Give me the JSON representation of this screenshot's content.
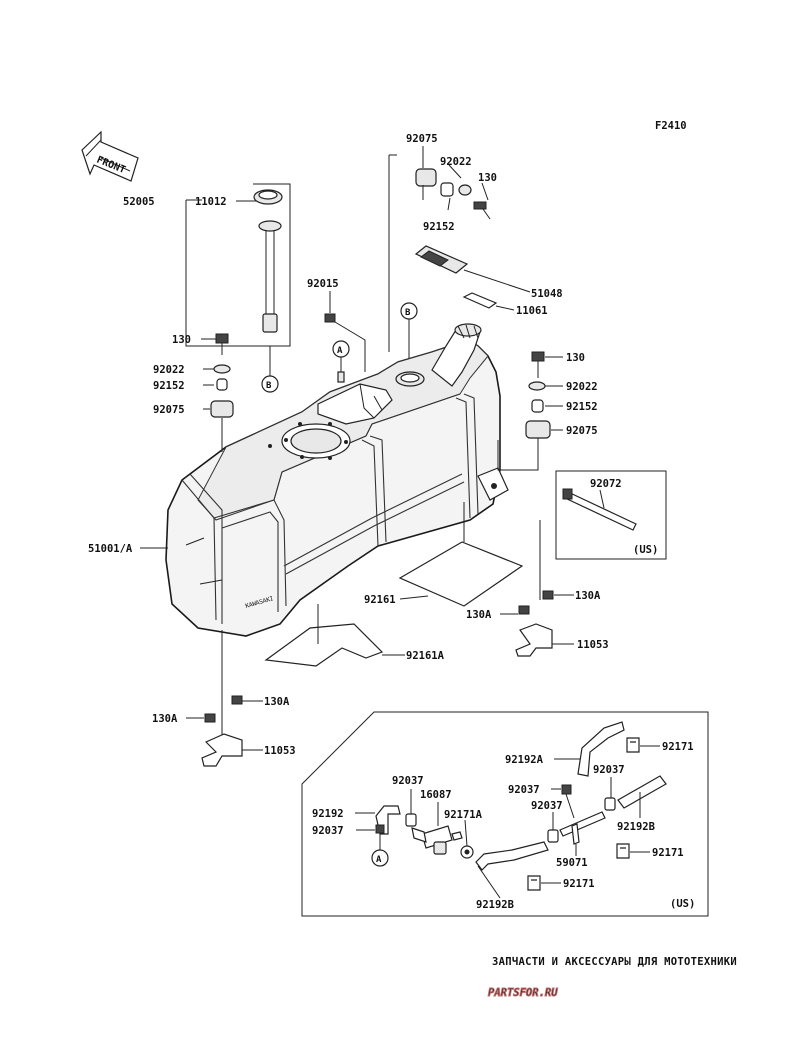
{
  "diagram": {
    "code": "F2410",
    "front_label": "FRONT",
    "parts": {
      "p52005": "52005",
      "p11012": "11012",
      "p92015": "92015",
      "p130_left": "130",
      "p92022_left": "92022",
      "p92152_left": "92152",
      "p92075_left": "92075",
      "p92075_top": "92075",
      "p92022_top": "92022",
      "p130_top": "130",
      "p92152_top": "92152",
      "p51048": "51048",
      "p11061": "11061",
      "p130_right": "130",
      "p92022_right": "92022",
      "p92152_right": "92152",
      "p92075_right": "92075",
      "p92072": "92072",
      "p51001A": "51001/A",
      "p92161": "92161",
      "p130A_r1": "130A",
      "p130A_r2": "130A",
      "p11053_right": "11053",
      "p92161A": "92161A",
      "p130A_l1": "130A",
      "p130A_l2": "130A",
      "p11053_left": "11053",
      "p92192A": "92192A",
      "p92171_1": "92171",
      "p92037_1": "92037",
      "p16087": "16087",
      "p92037_2": "92037",
      "p92037_3": "92037",
      "p92192": "92192",
      "p92171A": "92171A",
      "p92037_4": "92037",
      "p92192B_1": "92192B",
      "p92037_5": "92037",
      "p59071": "59071",
      "p92171_2": "92171",
      "p92171_3": "92171",
      "p92192B_2": "92192B"
    },
    "markers": {
      "a_top": "A",
      "a_bottom": "A",
      "b_left": "B",
      "b_tank": "B"
    },
    "region_notes": {
      "us_strap": "(US)",
      "us_hoses": "(US)"
    },
    "tank_marking": "KAWASAKI"
  },
  "watermark": {
    "caption": "ЗАПЧАСТИ И АКСЕССУАРЫ ДЛЯ МОТОТЕХНИКИ",
    "logo": "PARTSFOR.RU"
  }
}
